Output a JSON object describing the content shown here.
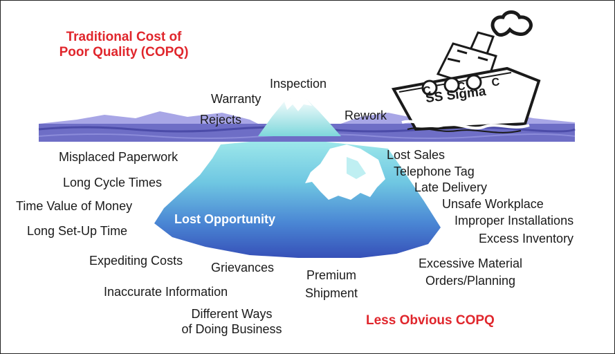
{
  "titles": {
    "traditional_line1": "Traditional Cost of",
    "traditional_line2": "Poor Quality (COPQ)",
    "less_obvious": "Less Obvious COPQ"
  },
  "ship": {
    "name": "SS Sigma",
    "hull_letters": "C C C"
  },
  "above_water": {
    "inspection": "Inspection",
    "warranty": "Warranty",
    "rejects": "Rejects",
    "rework": "Rework"
  },
  "iceberg_center": "Lost Opportunity",
  "below_left": {
    "misplaced_paperwork": "Misplaced Paperwork",
    "long_cycle_times": "Long Cycle Times",
    "time_value_of_money": "Time Value of Money",
    "long_setup_time": "Long Set-Up Time",
    "expediting_costs": "Expediting Costs",
    "grievances": "Grievances",
    "inaccurate_information": "Inaccurate Information",
    "different_ways_line1": "Different Ways",
    "different_ways_line2": "of Doing Business",
    "premium_line1": "Premium",
    "premium_line2": "Shipment"
  },
  "below_right": {
    "lost_sales": "Lost Sales",
    "telephone_tag": "Telephone Tag",
    "late_delivery": "Late Delivery",
    "unsafe_workplace": "Unsafe Workplace",
    "improper_installations": "Improper Installations",
    "excess_inventory": "Excess Inventory",
    "excessive_material_line1": "Excessive Material",
    "excessive_material_line2": "Orders/Planning"
  },
  "colors": {
    "title_red": "#e0262c",
    "water": "#6c6cc0",
    "water_dark": "#4a4aa6",
    "mountain": "#9d9be0",
    "iceberg_top": "#8fe0e6",
    "iceberg_bottom": "#3c5fc4",
    "snow": "#ffffff"
  }
}
